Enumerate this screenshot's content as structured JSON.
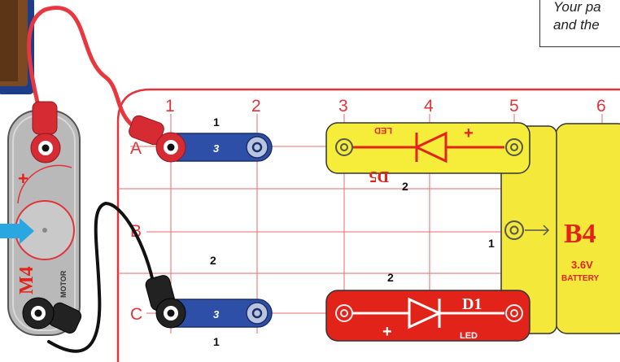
{
  "note": {
    "line1": "Your pa",
    "line2": "and the"
  },
  "grid": {
    "columns": [
      "1",
      "2",
      "3",
      "4",
      "5",
      "6"
    ],
    "rows": [
      "A",
      "B",
      "C"
    ]
  },
  "motor": {
    "label": "M4",
    "sublabel": "MOTOR",
    "plus": "+"
  },
  "wire_a": {
    "number": "3",
    "level": "1"
  },
  "wire_c": {
    "number": "3",
    "level": "1"
  },
  "led_d5": {
    "label": "D5",
    "sublabel": "LED",
    "plus": "+",
    "level": "2"
  },
  "led_d1": {
    "label": "D1",
    "sublabel": "LED",
    "plus": "+",
    "level": "2"
  },
  "wire_vertical": {
    "level": "1"
  },
  "battery": {
    "label": "B4",
    "voltage": "3.6V",
    "name": "BATTERY"
  },
  "board_level_left": "2",
  "colors": {
    "grid_red": "#e0343a",
    "snap_blue": "#2e4fa8",
    "led_yellow": "#f6ec3a",
    "led_red": "#e2231a",
    "battery_yellow": "#f4e83a",
    "motor_gray": "#b9b9b9",
    "jumper_red": "#e8373f",
    "jumper_black": "#111111",
    "arrow_blue": "#2aa6e0"
  }
}
